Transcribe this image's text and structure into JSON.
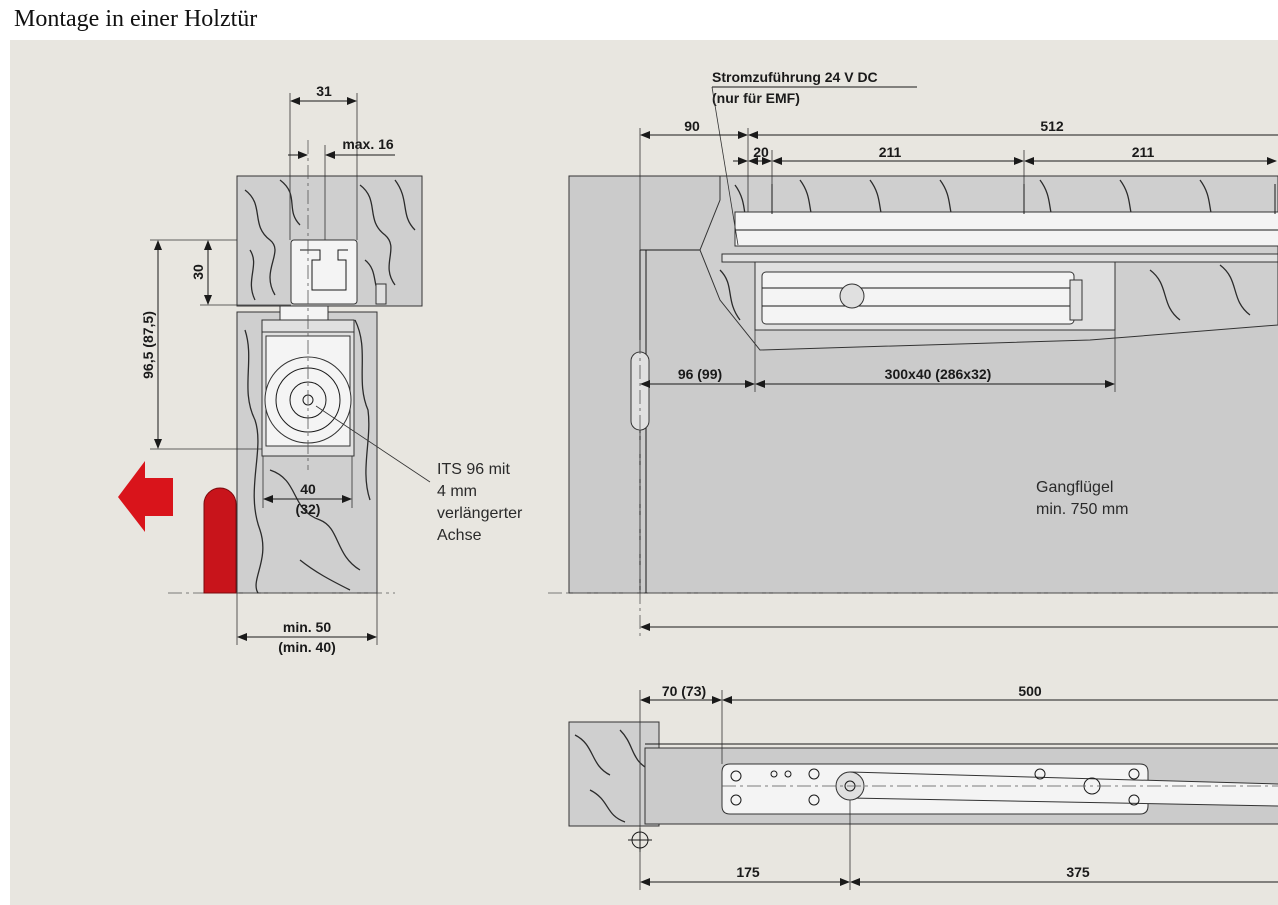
{
  "page": {
    "title": "Montage in einer Holztür"
  },
  "section_view": {
    "dims": {
      "d31": "31",
      "max16": "max. 16",
      "d30": "30",
      "d96": "96,5 (87,5)",
      "d40": "40",
      "d32": "(32)",
      "min50": "min. 50",
      "min40": "(min. 40)"
    },
    "note": [
      "ITS 96 mit",
      "4 mm",
      "verlängerter",
      "Achse"
    ],
    "arrow_color": "#d9141b",
    "stop_color": "#c8141b"
  },
  "front_view": {
    "power_label": [
      "Stromzuführung 24 V DC",
      "(nur für EMF)"
    ],
    "dims": {
      "d90": "90",
      "d512": "512",
      "d20": "20",
      "d211a": "211",
      "d211b": "211",
      "d96_99": "96 (99)",
      "d300": "300x40 (286x32)"
    },
    "door_label": [
      "Gangflügel",
      "min. 750 mm"
    ]
  },
  "plan_view": {
    "dims": {
      "d70": "70 (73)",
      "d500": "500",
      "d175": "175",
      "d375": "375"
    }
  }
}
